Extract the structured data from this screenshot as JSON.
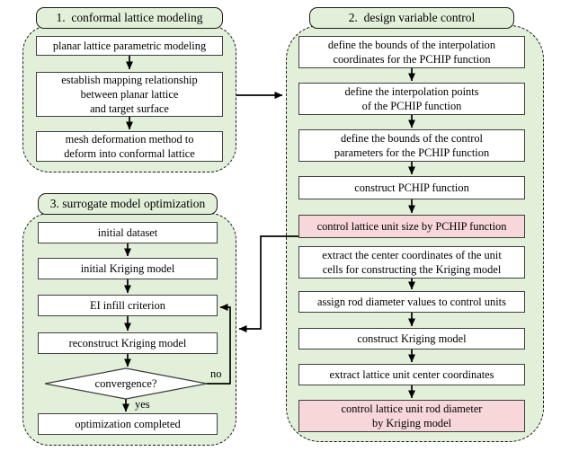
{
  "colors": {
    "section_fill": "#e2f0d9",
    "highlight_fill": "#f8d7da",
    "box_border": "#3f3f3f",
    "dashed_border": "#1a1a1a",
    "line": "#000000"
  },
  "section1": {
    "title": "1.  conformal lattice modeling",
    "steps": [
      "planar lattice parametric modeling",
      "establish mapping relationship\nbetween planar lattice\nand target surface",
      "mesh deformation method to\ndeform into conformal lattice"
    ]
  },
  "section2": {
    "title": "2.  design variable control",
    "steps": [
      "define the bounds of the interpolation\ncoordinates for the PCHIP function",
      "define the interpolation points\nof the PCHIP function",
      "define the bounds of the control\nparameters for the PCHIP function",
      "construct PCHIP function",
      "control lattice unit size by PCHIP function",
      "extract the center coordinates of the unit\ncells for constructing the Kriging model",
      "assign rod diameter values to control units",
      "construct Kriging model",
      "extract lattice unit center coordinates",
      "control lattice unit rod diameter\nby Kriging model"
    ]
  },
  "section3": {
    "title": "3. surrogate model optimization",
    "steps": [
      "initial dataset",
      "initial Kriging model",
      "EI infill criterion",
      "reconstruct Kriging model",
      "optimization completed"
    ],
    "decision": "convergence?",
    "no_label": "no",
    "yes_label": "yes"
  }
}
